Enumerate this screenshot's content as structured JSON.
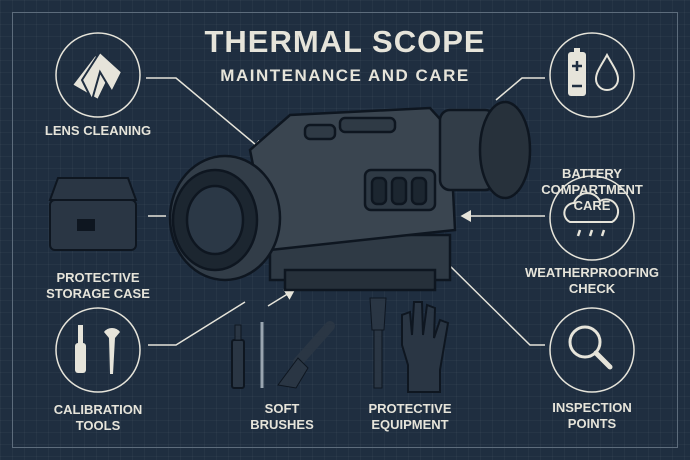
{
  "title": "THERMAL SCOPE",
  "subtitle": "MAINTENANCE AND CARE",
  "items": {
    "lens": [
      "LENS CLEANING"
    ],
    "battery": [
      "BATTERY",
      "COMPARTMENT",
      "CARE"
    ],
    "case": [
      "PROTECTIVE",
      "STORAGE CASE"
    ],
    "weather": [
      "WEATHERPROOFING",
      "CHECK"
    ],
    "calibration": [
      "CALIBRATION",
      "TOOLS"
    ],
    "inspection": [
      "INSPECTION",
      "POINTS"
    ],
    "brushes": [
      "SOFT",
      "BRUSHES"
    ],
    "equipment": [
      "PROTECTIVE",
      "EQUIPMENT"
    ]
  },
  "colors": {
    "background": "#1f2e40",
    "text": "#e6e4da",
    "scope": "#3a4550"
  }
}
